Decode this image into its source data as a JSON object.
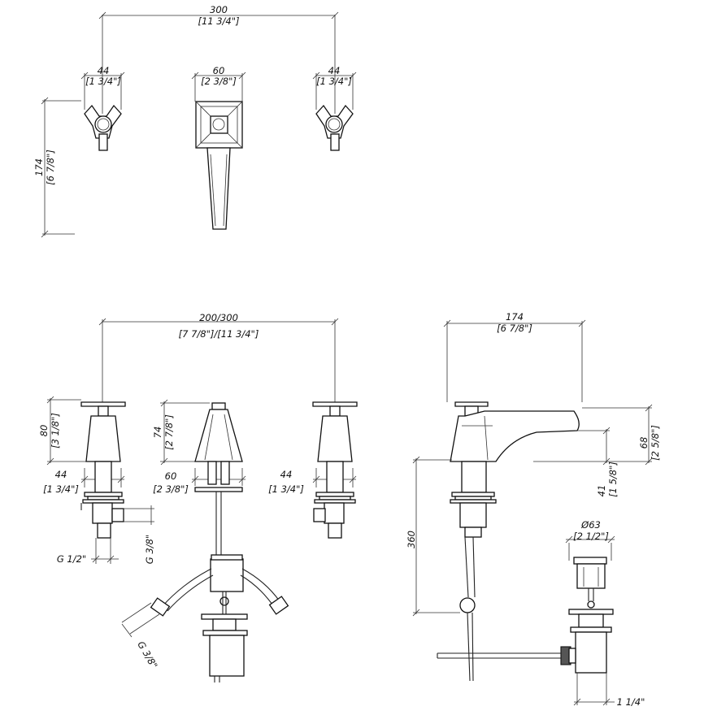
{
  "top_view": {
    "overall_width": "300",
    "overall_width_in": "[11 3/4\"]",
    "left_handle_width": "44",
    "left_handle_width_in": "[1 3/4\"]",
    "spout_width": "60",
    "spout_width_in": "[2 3/8\"]",
    "right_handle_width": "44",
    "right_handle_width_in": "[1 3/4\"]",
    "depth": "174",
    "depth_in": "[6 7/8\"]"
  },
  "front_view": {
    "spacing": "200/300",
    "spacing_in": "[7 7/8\"]/[11 3/4\"]",
    "handle_height": "80",
    "handle_height_in": "[3 1/8\"]",
    "spout_height": "74",
    "spout_height_in": "[2 7/8\"]",
    "left_body_width": "44",
    "left_body_width_in": "[1 3/4\"]",
    "spout_body_width": "60",
    "spout_body_width_in": "[2 3/8\"]",
    "right_body_width": "44",
    "right_body_width_in": "[1 3/4\"]",
    "inlet_thread": "G 1/2\"",
    "outlet_thread": "G 3/8\"",
    "hose_thread": "G 3/8\""
  },
  "side_view": {
    "reach": "174",
    "reach_in": "[6 7/8\"]",
    "spout_height": "68",
    "spout_height_in": "[2 5/8\"]",
    "clearance": "41",
    "clearance_in": "[1 5/8\"]",
    "below_deck": "360",
    "drain_diameter": "Ø63",
    "drain_diameter_in": "[2 1/2\"]",
    "drain_thread": "1 1/4\""
  }
}
